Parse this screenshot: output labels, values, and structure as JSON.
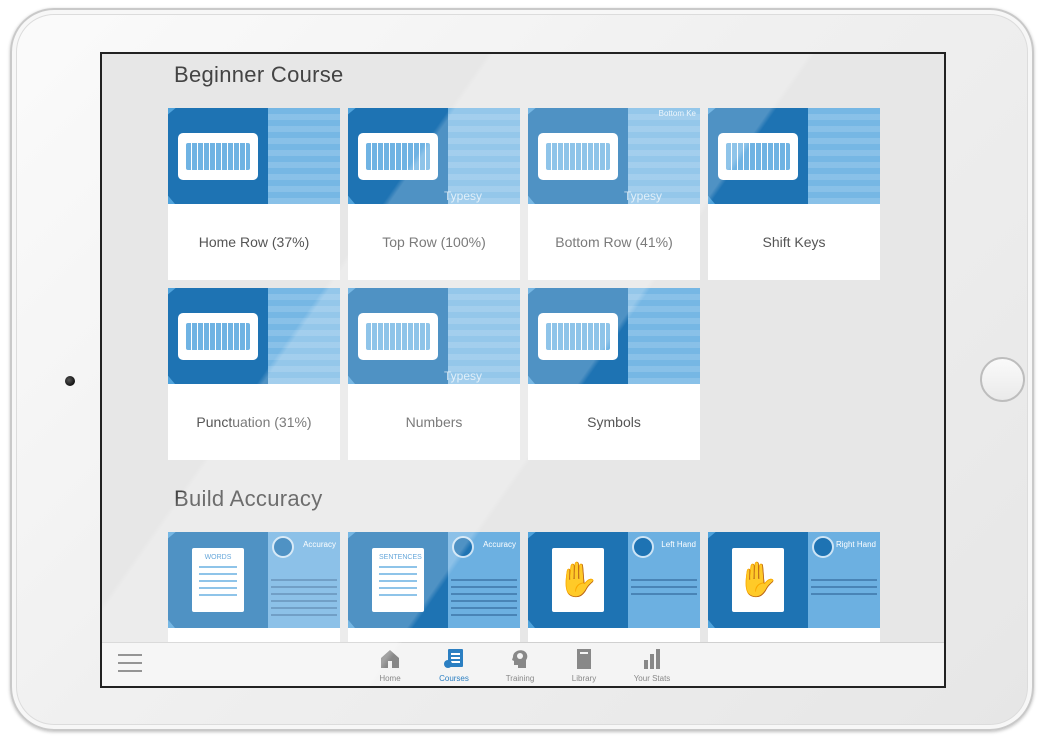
{
  "sections": {
    "beginner": {
      "title": "Beginner Course",
      "cards": [
        {
          "label": "Home Row (37%)",
          "photo_label": "",
          "brand": ""
        },
        {
          "label": "Top Row (100%)",
          "photo_label": "",
          "brand": "Typesy"
        },
        {
          "label": "Bottom Row (41%)",
          "photo_label": "Bottom Ke",
          "brand": "Typesy"
        },
        {
          "label": "Shift Keys",
          "photo_label": "",
          "brand": ""
        },
        {
          "label": "Punctuation (31%)",
          "photo_label": "",
          "brand": ""
        },
        {
          "label": "Numbers",
          "photo_label": "",
          "brand": "Typesy"
        },
        {
          "label": "Symbols",
          "photo_label": "",
          "brand": ""
        }
      ]
    },
    "accuracy": {
      "title": "Build Accuracy",
      "cards": [
        {
          "doc_title": "WORDS",
          "panel_title": "Accuracy",
          "kind": "doc"
        },
        {
          "doc_title": "SENTENCES",
          "panel_title": "Accuracy",
          "kind": "doc"
        },
        {
          "doc_title": "",
          "panel_title": "Left Hand",
          "kind": "hand"
        },
        {
          "doc_title": "",
          "panel_title": "Right Hand",
          "kind": "hand"
        }
      ]
    }
  },
  "tabbar": {
    "menu_icon": "hamburger-menu-icon",
    "tabs": [
      {
        "label": "Home",
        "icon": "house-icon",
        "active": false
      },
      {
        "label": "Courses",
        "icon": "courses-icon",
        "active": true
      },
      {
        "label": "Training",
        "icon": "brain-head-icon",
        "active": false
      },
      {
        "label": "Library",
        "icon": "book-icon",
        "active": false
      },
      {
        "label": "Your Stats",
        "icon": "bar-chart-icon",
        "active": false
      }
    ]
  },
  "colors": {
    "accent": "#2b7fc2",
    "thumb_light": "#4fa3dc",
    "thumb_dark": "#1e73b3",
    "screen_bg": "#e7e7e7"
  }
}
